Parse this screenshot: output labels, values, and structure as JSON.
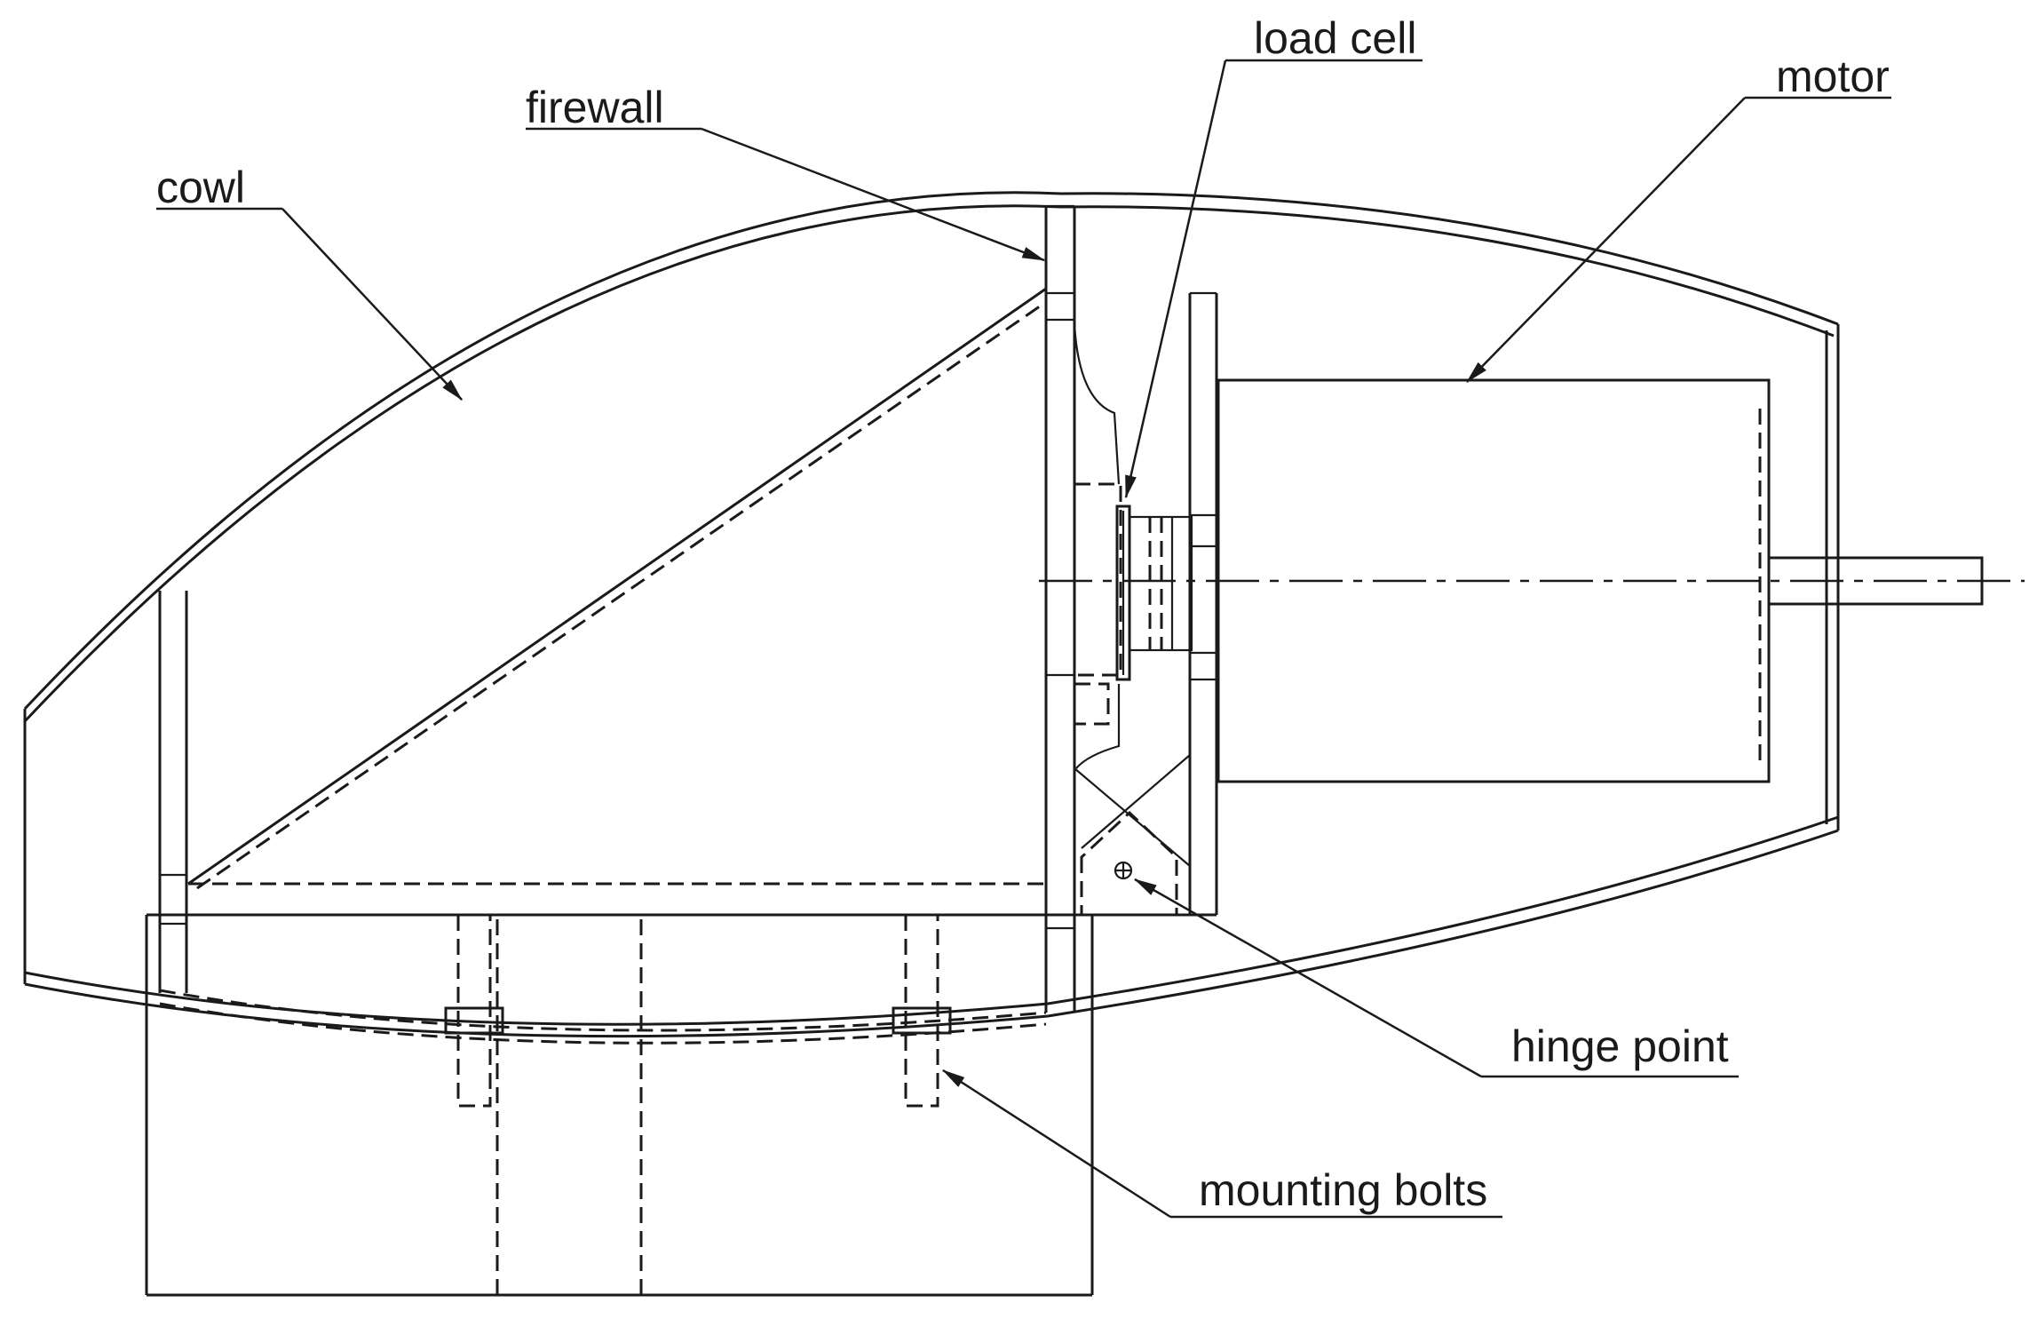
{
  "labels": {
    "cowl": "cowl",
    "firewall": "firewall",
    "load_cell": "load cell",
    "motor": "motor",
    "hinge_point": "hinge point",
    "mounting_bolts": "mounting bolts"
  },
  "colors": {
    "line": "#1a1a1a",
    "background": "#ffffff"
  }
}
